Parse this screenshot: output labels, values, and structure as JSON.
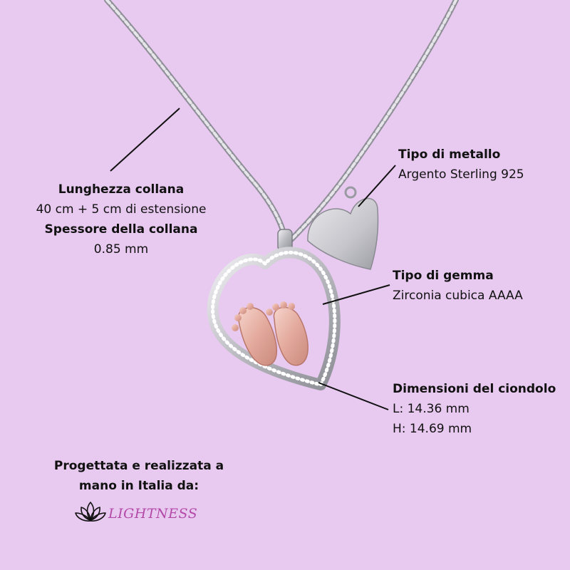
{
  "annotations": {
    "length": {
      "heading": "Lunghezza collana",
      "value": "40 cm + 5 cm di estensione"
    },
    "thickness": {
      "heading": "Spessore della collana",
      "value": "0.85 mm"
    },
    "metal": {
      "heading": "Tipo di metallo",
      "value": "Argento Sterling 925"
    },
    "gem": {
      "heading": "Tipo di gemma",
      "value": "Zirconia cubica AAAA"
    },
    "dimensions": {
      "heading": "Dimensioni del ciondolo",
      "length": "L: 14.36 mm",
      "height": "H: 14.69 mm"
    }
  },
  "made_in": {
    "text": "Progettata e realizzata a mano in Italia da:"
  },
  "brand": {
    "name": "LIGHTNESS",
    "color": "#b34aa8"
  },
  "colors": {
    "background": "#e8c9f0",
    "silver": "#c9c9cf",
    "rose_gold": "#e7b3a8",
    "leader_line": "#111111"
  }
}
